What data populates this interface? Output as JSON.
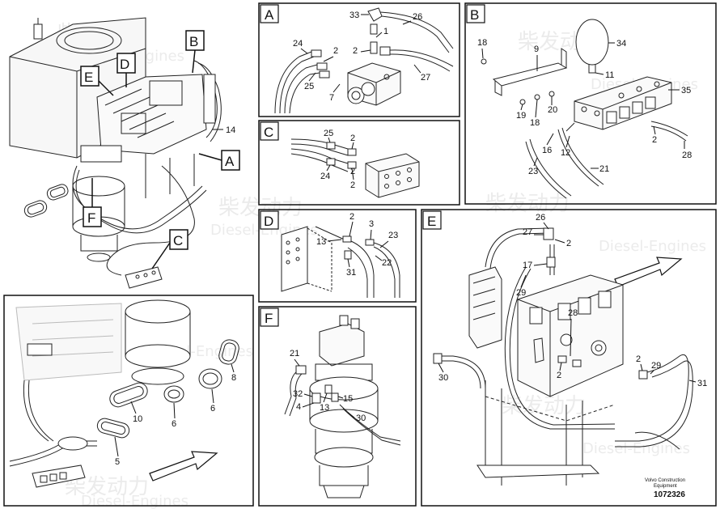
{
  "watermark": {
    "cn": "柴发动力",
    "en": "Diesel-Engines"
  },
  "overview": {
    "callouts": [
      "B",
      "D",
      "E",
      "A",
      "F",
      "C"
    ],
    "label_14": "14"
  },
  "panels": {
    "A": {
      "title": "A",
      "labels": [
        "33",
        "26",
        "1",
        "24",
        "2",
        "2",
        "25",
        "7",
        "27"
      ]
    },
    "B": {
      "title": "B",
      "labels": [
        "18",
        "9",
        "34",
        "11",
        "35",
        "19",
        "20",
        "18",
        "16",
        "12",
        "2",
        "28",
        "23",
        "21"
      ]
    },
    "C": {
      "title": "C",
      "labels": [
        "25",
        "2",
        "2",
        "24",
        "2"
      ]
    },
    "D": {
      "title": "D",
      "labels": [
        "2",
        "3",
        "23",
        "13",
        "22",
        "31"
      ]
    },
    "E": {
      "title": "E",
      "labels": [
        "26",
        "27",
        "2",
        "17",
        "29",
        "28",
        "30",
        "2",
        "2",
        "29",
        "31"
      ]
    },
    "F": {
      "title": "F",
      "labels": [
        "21",
        "32",
        "15",
        "4",
        "13",
        "30"
      ]
    },
    "bottom_left": {
      "labels": [
        "8",
        "10",
        "6",
        "6",
        "5"
      ]
    }
  },
  "footer": {
    "brand_line1": "Volvo Construction",
    "brand_line2": "Equipment",
    "part_number": "1072326"
  }
}
